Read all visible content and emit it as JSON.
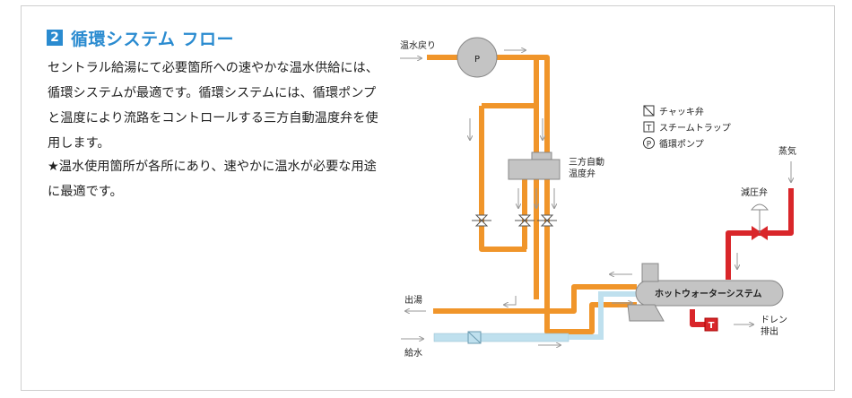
{
  "section": {
    "number": "2",
    "title": "循環システム フロー"
  },
  "description": "セントラル給湯にて必要箇所への速やかな温水供給には、循環システムが最適です。循環システムには、循環ポンプと温度により流路をコントロールする三方自動温度弁を使用します。",
  "note": "★温水使用箇所が各所にあり、速やかに温水が必要な用途に最適です。",
  "diagram": {
    "labels": {
      "return_water": "温水戻り",
      "pump": "P",
      "three_way_valve_line1": "三方自動",
      "three_way_valve_line2": "温度弁",
      "hot_water_out": "出湯",
      "water_supply": "給水",
      "steam": "蒸気",
      "reducing_valve": "減圧弁",
      "hot_water_system": "ホットウォーターシステム",
      "drain_line1": "ドレン",
      "drain_line2": "排出"
    },
    "legend": [
      {
        "icon": "check-valve-icon",
        "label": "チャッキ弁"
      },
      {
        "icon": "steam-trap-icon",
        "symbol": "T",
        "label": "スチームトラップ"
      },
      {
        "icon": "pump-icon",
        "symbol": "P",
        "label": "循環ポンプ"
      }
    ],
    "colors": {
      "hot_pipe": "#f0952a",
      "steam_pipe": "#d9262a",
      "cold_pipe": "#bfe0ee",
      "equipment": "#c4c4c4",
      "accent": "#2a8bd0"
    }
  }
}
